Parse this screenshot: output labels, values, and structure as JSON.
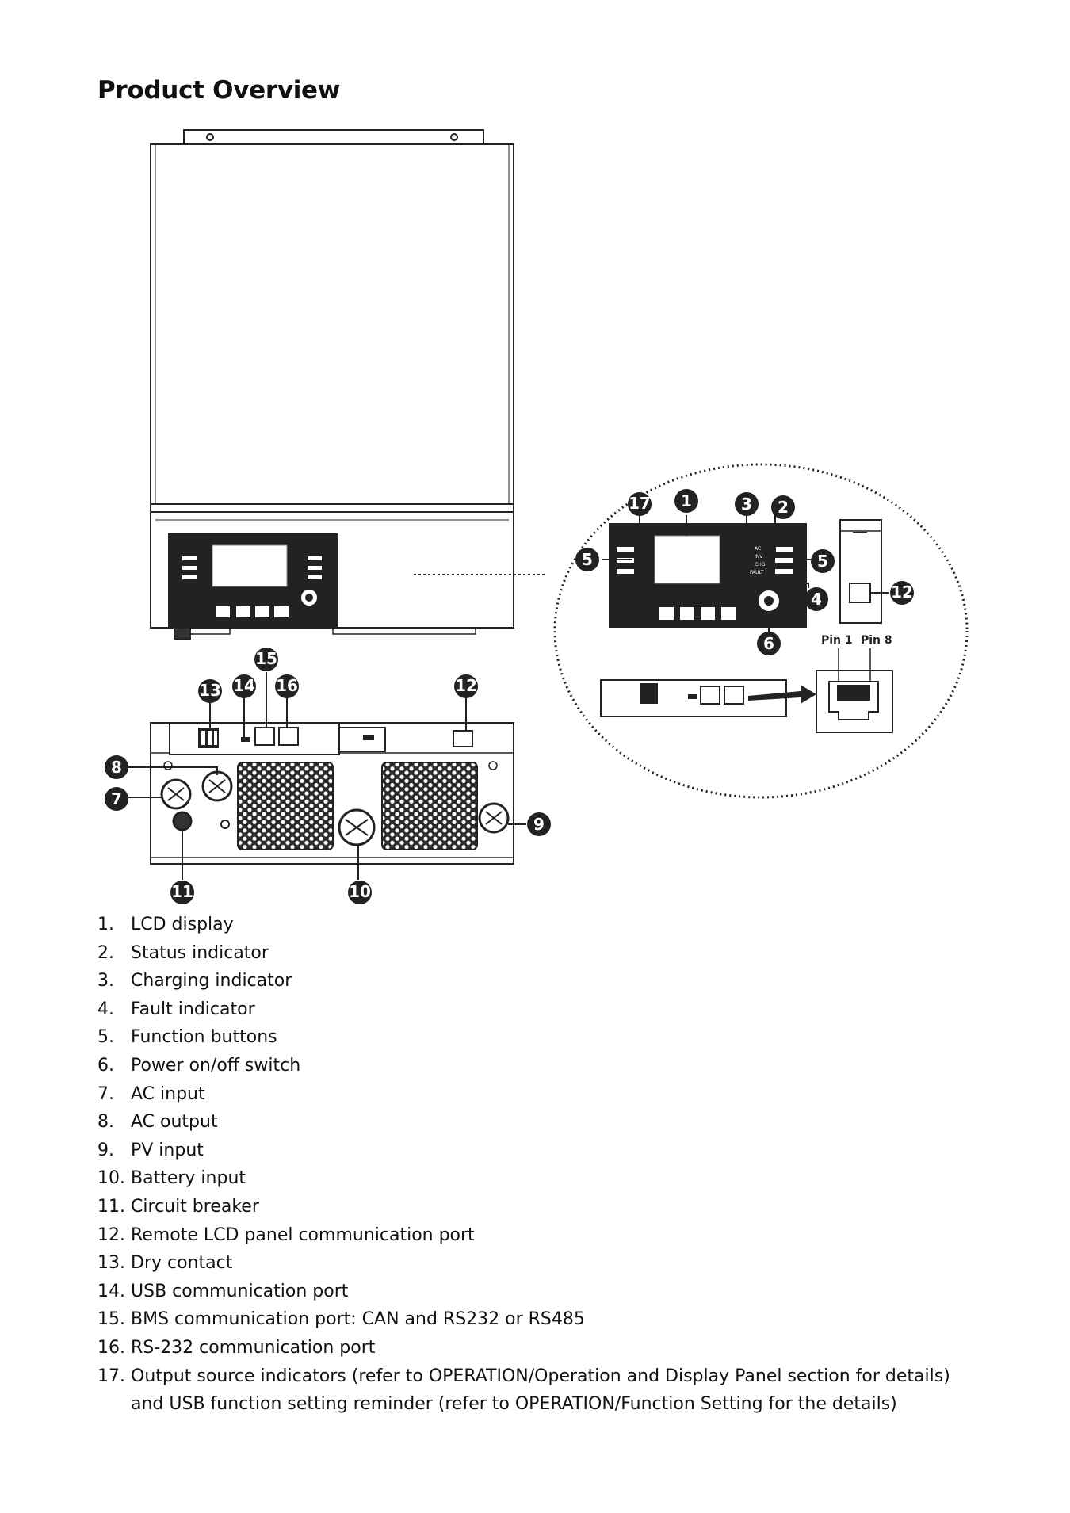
{
  "page": {
    "title": "Product Overview"
  },
  "diagram": {
    "panel_labels": {
      "ac": "AC",
      "inv": "INV",
      "chg": "CHG",
      "fault": "FAULT"
    },
    "pin_labels": {
      "pin1": "Pin 1",
      "pin8": "Pin 8"
    },
    "callouts": [
      "1",
      "2",
      "3",
      "4",
      "5",
      "6",
      "7",
      "8",
      "9",
      "10",
      "11",
      "12",
      "13",
      "14",
      "15",
      "16",
      "17"
    ]
  },
  "parts": [
    {
      "num": "1.",
      "label": "LCD display"
    },
    {
      "num": "2.",
      "label": "Status indicator"
    },
    {
      "num": "3.",
      "label": "Charging indicator"
    },
    {
      "num": "4.",
      "label": "Fault indicator"
    },
    {
      "num": "5.",
      "label": "Function buttons"
    },
    {
      "num": "6.",
      "label": "Power on/off switch"
    },
    {
      "num": "7.",
      "label": "AC input"
    },
    {
      "num": "8.",
      "label": "AC output"
    },
    {
      "num": "9.",
      "label": "PV input"
    },
    {
      "num": "10.",
      "label": "Battery input"
    },
    {
      "num": "11.",
      "label": "Circuit breaker"
    },
    {
      "num": "12.",
      "label": "Remote LCD panel communication port"
    },
    {
      "num": "13.",
      "label": "Dry contact"
    },
    {
      "num": "14.",
      "label": "USB communication port"
    },
    {
      "num": "15.",
      "label": "BMS communication port: CAN and RS232 or RS485"
    },
    {
      "num": "16.",
      "label": "RS-232 communication port"
    },
    {
      "num": "17.",
      "label": "Output source indicators (refer to OPERATION/Operation and Display Panel section for details) and USB function setting reminder (refer to OPERATION/Function Setting for the details)"
    }
  ]
}
